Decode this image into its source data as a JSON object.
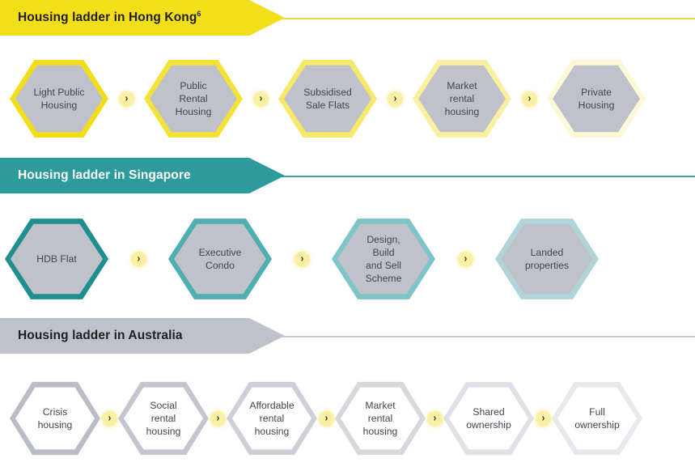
{
  "page": {
    "background": "#ffffff",
    "text_color": "#3f4753"
  },
  "colors": {
    "yellow": "#F3DF18",
    "yellow_pale": "#FBF3B6",
    "teal": "#2D9A9C",
    "teal_pale": "#B7DCDD",
    "grey": "#BEC2CB",
    "grey_pale": "#E3E5EA",
    "hex_fill_grey": "#BFC2CB",
    "hex_fill_white": "#FFFFFF",
    "banner_text_dark": "#231F20",
    "banner_text_light": "#FFFFFF",
    "sep_dot": "#FAF0A4",
    "sep_chevron": "#2F2F2F"
  },
  "sections": [
    {
      "id": "hong-kong",
      "banner": {
        "title": "Housing ladder in Hong Kong",
        "superscript": "6",
        "fill": "#F3DF18",
        "text_color": "#231F20",
        "line_color": "#E6D84A"
      },
      "hex_fill": "#BFC2CB",
      "steps": [
        {
          "label": "Light Public\nHousing",
          "border": "#F2DE17"
        },
        {
          "label": "Public\nRental\nHousing",
          "border": "#F4E235"
        },
        {
          "label": "Subsidised\nSale Flats",
          "border": "#F7E967"
        },
        {
          "label": "Market\nrental\nhousing",
          "border": "#FAF0A0"
        },
        {
          "label": "Private\nHousing",
          "border": "#FDF8D5"
        }
      ]
    },
    {
      "id": "singapore",
      "banner": {
        "title": "Housing ladder in Singapore",
        "superscript": "",
        "fill": "#2D9A9C",
        "text_color": "#FFFFFF",
        "line_color": "#3FA3A5"
      },
      "hex_fill": "#BFC2CB",
      "steps": [
        {
          "label": "HDB Flat",
          "border": "#1E8E90"
        },
        {
          "label": "Executive\nCondo",
          "border": "#4FAEB0"
        },
        {
          "label": "Design,\nBuild\nand Sell\nScheme",
          "border": "#7FC4C6"
        },
        {
          "label": "Landed\nproperties",
          "border": "#AED6D8"
        }
      ]
    },
    {
      "id": "australia",
      "banner": {
        "title": "Housing ladder in Australia",
        "superscript": "",
        "fill": "#BEC2CB",
        "text_color": "#231F20",
        "line_color": "#C6C9D1"
      },
      "hex_fill": "#FFFFFF",
      "steps": [
        {
          "label": "Crisis\nhousing",
          "border": "#BABDC6"
        },
        {
          "label": "Social\nrental\nhousing",
          "border": "#C3C6CE"
        },
        {
          "label": "Affordable\nrental\nhousing",
          "border": "#CDD0D7"
        },
        {
          "label": "Market\nrental\nhousing",
          "border": "#D6D8DE"
        },
        {
          "label": "Shared\nownership",
          "border": "#DFE1E6"
        },
        {
          "label": "Full\nownership",
          "border": "#E7E9ED"
        }
      ]
    }
  ],
  "separator": {
    "glyph": "›",
    "icon_name": "chevron-right-icon"
  }
}
